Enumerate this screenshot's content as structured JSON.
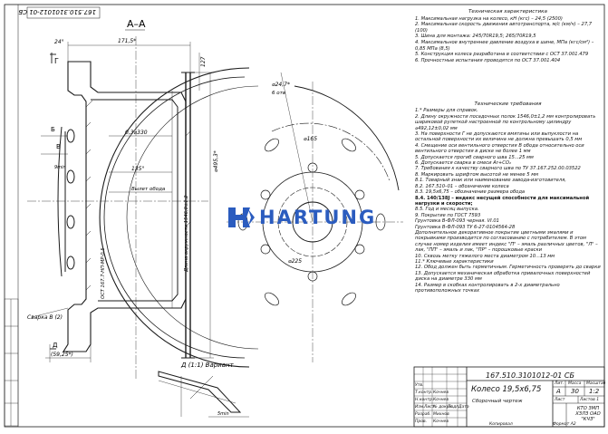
{
  "drawing": {
    "doc_code_rotated": "167.510.3101012-01 СБ",
    "section_label": "А–А",
    "view_label": "Д (1:1) Вариант",
    "weld_label": "Сварка В (2)"
  },
  "tech_characteristics": {
    "heading": "Техническая характеристика",
    "items": [
      "1. Максимальная нагрузка на колесо, кН (кгс) – 24,5 (2500)",
      "2. Максимальная скорость движения автотранспорта, м/с (км/ч) – 27,7 (100)",
      "3. Шина для монтажа: 245/70R19,5; 265/70R19,5",
      "4. Максимальное внутреннее давление воздуха в шине, МПа (кгс/см²) – 0,85 МПа (8,5)",
      "5. Конструкция колеса разработана в соответствии с ОСТ 37.001.479",
      "6. Прочностные испытания проводятся по ОСТ 37.001.404"
    ]
  },
  "tech_requirements": {
    "heading": "Технические требования",
    "items": [
      "1.* Размеры для справок.",
      "2. Длину окружности посадочных полок 1546,0±1,2 мм контролировать шариковой рулеткой настроенной по контрольному цилиндру ⌀492,12±0,02 мм",
      "3. На поверхности Г не допускаются вмятины или выпуклости на остальной поверхности их величина не должна превышать 0,5 мм",
      "4. Смещение оси вентильного отверстия В обода относительно оси вентильного отверстия в диске не более 1 мм",
      "5. Допускается прогиб сварного шва 15...25 мм",
      "6. Допускается сварка в смеси Ar+CO₂",
      "7. Требования к качеству сварного шва по ТУ 37.167.252.00.03522",
      "8. Маркировать шрифтом высотой не менее 5 мм",
      "8.1. Товарный знак или наименование завода-изготовителя,",
      "8.2. 167.510–01 – обозначение колеса",
      "8.3. 19,5х6,75 – обозначение размера обода",
      "8.4. 140/138J – индекс несущей способности для максимальной нагрузки и скорости;",
      "8.5. Год и месяц выпуска.",
      "9. Покрытие по ГОСТ 7593",
      "Грунтовка В-ФЛ-093 черная. VI.01",
      "Грунтовка В-ФЛ-093 ТУ 6-27-0104564-28",
      "Дополнительное декоративное покрытие цветными эмалями и покрывками производится по согласованию с потребителем. В этом случае номер изделия имеет индекс \"П\" – эмаль различных цветов, \"Л\" – лак, \"ПП\" – эмаль и лак, \"ПР\" – порошковые краски",
      "10. Сквозь метку тяжелого места диаметром 10...13 мм",
      "11.* Ключевые характеристики",
      "12. Обод должен быть герметичным. Герметичность проверять до сварки",
      "13. Допускается механическая обработка привалочных поверхностей диска на диаметре 330 мм",
      "14. Размер в скобках контролировать в 2-х диаметрально противоположных точках"
    ]
  },
  "dimensions": {
    "d1": "24°",
    "d2": "171,5*",
    "d3": "127",
    "d4": "0,3⌀330",
    "d5": "9min",
    "d6": "135°",
    "d7": "Вылет обода",
    "d8": "⌀495,3*",
    "d9": "⌀24,7*",
    "d10": "6 отв",
    "d11": "⌀165",
    "d12": "⌀225",
    "d13": "5min",
    "d14": "(59,25*)",
    "d15": "Длина окружности 1546,0±1,2",
    "d16": "ОСТ 167.7-НП-МР-0,5",
    "letters": [
      "Б",
      "В",
      "Г",
      "Д"
    ]
  },
  "logo": {
    "brand": "HARTUNG"
  },
  "title_block": {
    "code": "167.510.3101012-01 СБ",
    "name": "Колесо 19,5х6,75",
    "subtitle": "Сборочный чертеж",
    "lit_header": "Лит.",
    "mass_header": "Масса",
    "scale_header": "Масштаб",
    "lit": "А",
    "mass": "30",
    "scale": "1:2",
    "sheet": "Лист",
    "sheets": "Листов 1",
    "org": "КТО ЗМП ХЗЛЗ ОАО \"КЧЗ\"",
    "format": "Формат А2",
    "copied": "Копировал",
    "roles": [
      "Изм.",
      "Лист",
      "№ докум.",
      "Подп.",
      "Дата",
      "Разраб.",
      "Пров.",
      "Т.контр.",
      "Н.контр.",
      "Утв."
    ],
    "signers": [
      "Михнов",
      "Кочнев",
      "Кочнев",
      "Кочнев"
    ]
  },
  "colors": {
    "line": "#1a1a1a",
    "brand": "#2b5cbf"
  }
}
